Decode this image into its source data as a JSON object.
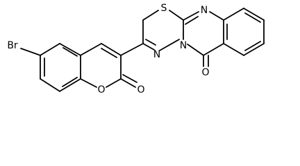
{
  "structure": {
    "atoms": {
      "bromine": "Br",
      "chromenone_ring_oxygen": "O",
      "chromenone_carbonyl_oxygen": "O",
      "thiadiazine_sulfur": "S",
      "quinazoline_nitrogen_top": "N",
      "bridgehead_nitrogen": "N",
      "azo_nitrogen": "N",
      "quinazolinone_carbonyl_oxygen": "O"
    }
  }
}
